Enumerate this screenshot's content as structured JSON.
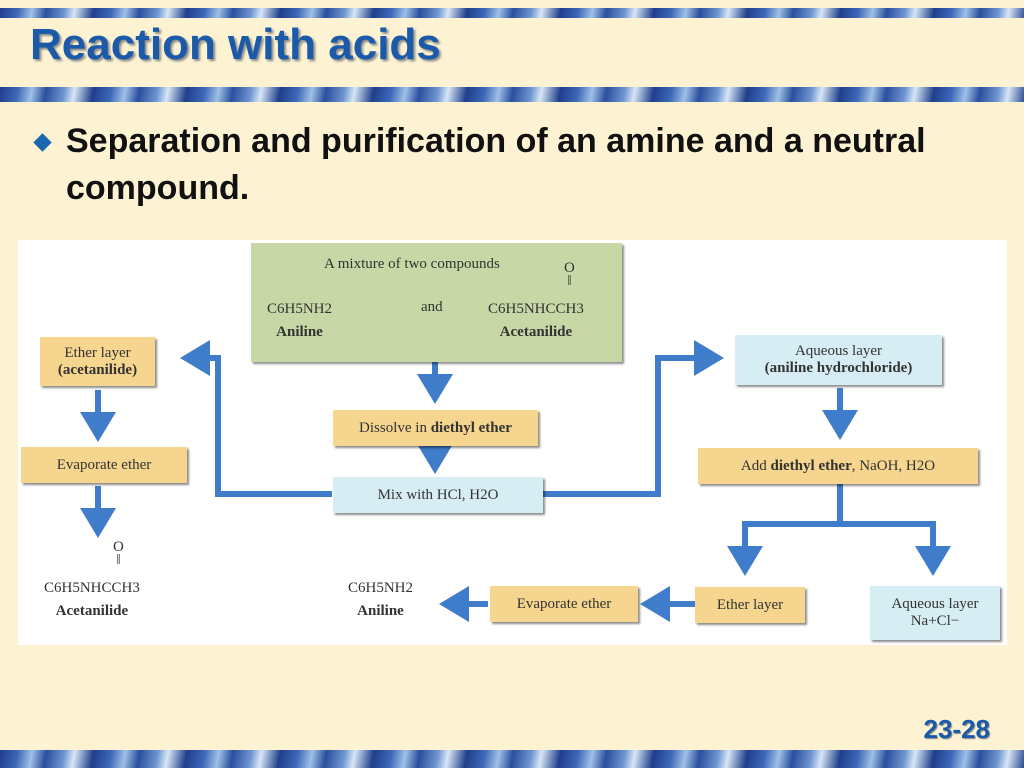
{
  "slide": {
    "title": "Reaction with acids",
    "bullet": "Separation and purification of an amine and a neutral compound.",
    "page_number": "23-28"
  },
  "diagram": {
    "mixture": {
      "title": "A mixture of two compounds",
      "and": "and",
      "aniline_formula": "C6H5NH2",
      "aniline_name": "Aniline",
      "acetanilide_formula": "C6H5NHCCH3",
      "acetanilide_carbonyl": "O",
      "acetanilide_name": "Acetanilide"
    },
    "dissolve": {
      "text": "Dissolve in",
      "bold": "diethyl ether"
    },
    "mix": {
      "text": "Mix with HCl, H2O"
    },
    "ether_layer_left": {
      "line1": "Ether layer",
      "line2": "(acetanilide)"
    },
    "evaporate_left": "Evaporate ether",
    "product_left": {
      "formula": "C6H5NHCCH3",
      "carbonyl": "O",
      "name": "Acetanilide"
    },
    "aqueous_layer_right": {
      "line1": "Aqueous layer",
      "line2": "(aniline hydrochloride)"
    },
    "add_step": {
      "prefix": "Add",
      "bold": "diethyl ether",
      "suffix": ", NaOH, H2O"
    },
    "ether_layer_bottom": "Ether layer",
    "evaporate_bottom": "Evaporate ether",
    "product_bottom": {
      "formula": "C6H5NH2",
      "name": "Aniline"
    },
    "aqueous_bottom": {
      "line1": "Aqueous layer",
      "line2": "Na+Cl−"
    }
  },
  "colors": {
    "title": "#1a5aa8",
    "arrow": "#3f7cc9",
    "orange_box": "#f6d58e",
    "blue_box": "#d6eef3",
    "green_box": "#c7d8a6"
  }
}
